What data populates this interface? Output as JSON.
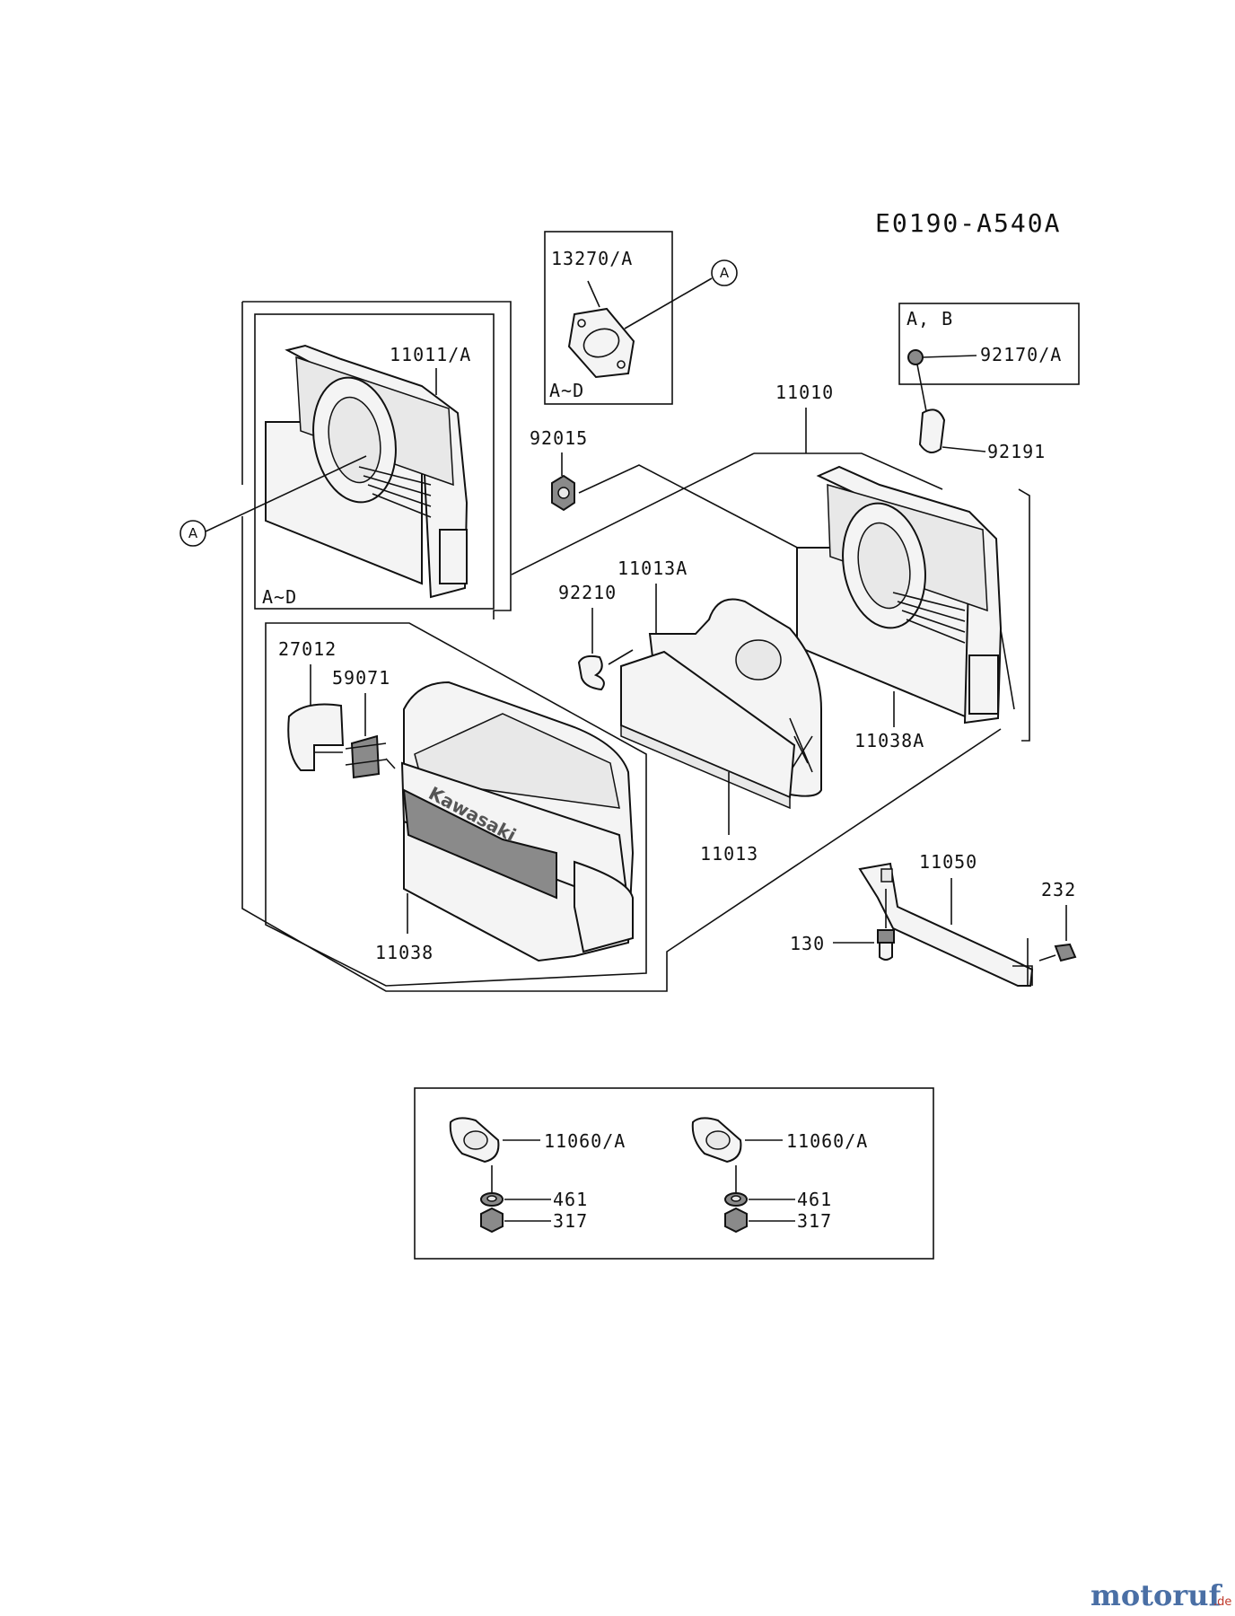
{
  "diagram_code": "E0190-A540A",
  "parts": {
    "p13270": "13270/A",
    "p11011": "11011/A",
    "p11010": "11010",
    "p92170": "92170/A",
    "p92191": "92191",
    "p92015": "92015",
    "p11013A": "11013A",
    "p92210": "92210",
    "p27012": "27012",
    "p59071": "59071",
    "p11038A": "11038A",
    "p11013": "11013",
    "p11050": "11050",
    "p232": "232",
    "p130": "130",
    "p11038": "11038",
    "p11060_1": "11060/A",
    "p11060_2": "11060/A",
    "p461_1": "461",
    "p461_2": "461",
    "p317_1": "317",
    "p317_2": "317"
  },
  "box_labels": {
    "gasket_box": "A~D",
    "left_box": "A~D",
    "top_right_box": "A, B"
  },
  "callouts": {
    "a_top": "A",
    "a_left": "A"
  },
  "brand_on_cover": "Kawasaki",
  "watermark": {
    "text": "motoruf",
    "tld": ".de"
  },
  "colors": {
    "lines": "#111111",
    "watermark_main": "#4a6fa5",
    "watermark_accent": "#c0392b"
  }
}
